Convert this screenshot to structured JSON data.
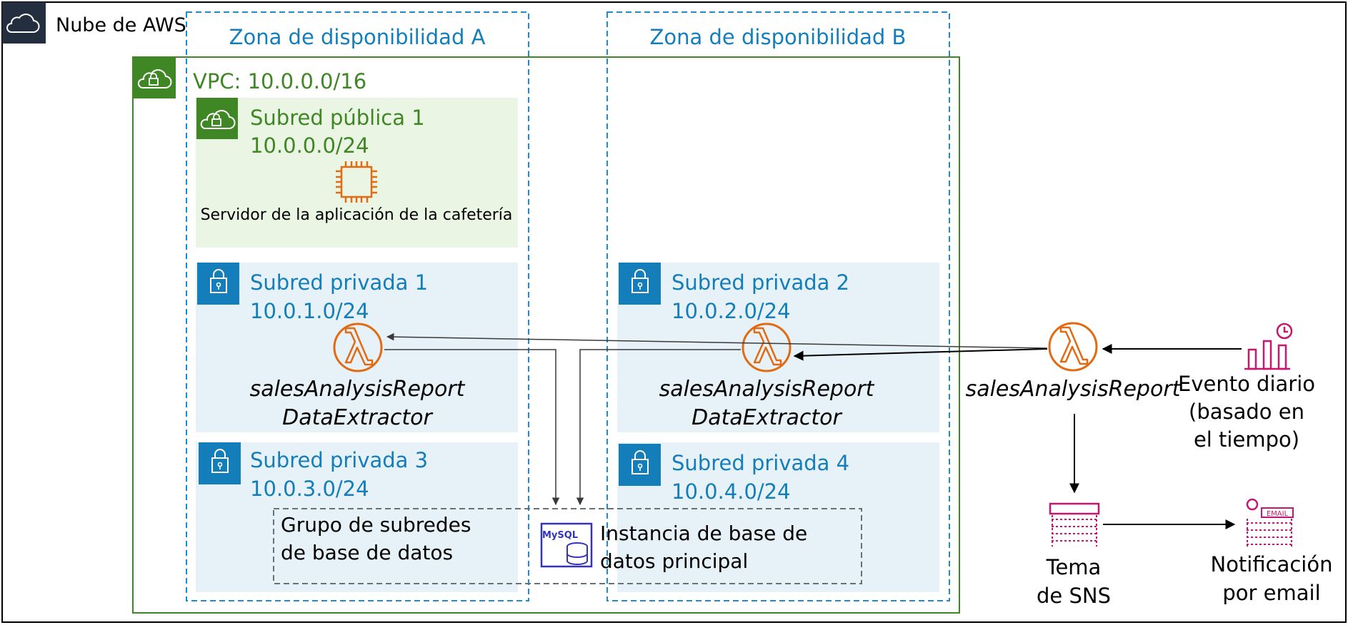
{
  "cloud": {
    "label": "Nube de AWS"
  },
  "zones": {
    "a": {
      "label": "Zona de disponibilidad A"
    },
    "b": {
      "label": "Zona de disponibilidad B"
    }
  },
  "vpc": {
    "label": "VPC: 10.0.0.0/16"
  },
  "subnets": {
    "public1": {
      "name": "Subred pública 1",
      "cidr": "10.0.0.0/24"
    },
    "private1": {
      "name": "Subred privada 1",
      "cidr": "10.0.1.0/24"
    },
    "private2": {
      "name": "Subred privada 2",
      "cidr": "10.0.2.0/24"
    },
    "private3": {
      "name": "Subred privada 3",
      "cidr": "10.0.3.0/24"
    },
    "private4": {
      "name": "Subred privada 4",
      "cidr": "10.0.4.0/24"
    }
  },
  "app_server": {
    "label": "Servidor de la aplicación de la cafetería",
    "icon": "ec2-instance-icon"
  },
  "extractor_a": {
    "line1": "salesAnalysisReport",
    "line2": "DataExtractor",
    "icon": "lambda-icon"
  },
  "extractor_b": {
    "line1": "salesAnalysisReport",
    "line2": "DataExtractor",
    "icon": "lambda-icon"
  },
  "report_lambda": {
    "label": "salesAnalysisReport",
    "icon": "lambda-icon"
  },
  "db_group": {
    "line1": "Grupo de subredes",
    "line2": "de base de datos"
  },
  "db_instance": {
    "line1": "Instancia de base de",
    "line2": "datos principal",
    "badge": "MySQL",
    "icon": "mysql-db-icon"
  },
  "event": {
    "line1": "Evento diario",
    "line2": "(basado en",
    "line3": "el tiempo)",
    "icon": "scheduled-event-icon"
  },
  "sns": {
    "line1": "Tema",
    "line2": "de SNS",
    "icon": "sns-topic-icon"
  },
  "email": {
    "line1": "Notificación",
    "line2": "por email",
    "badge": "EMAIL",
    "icon": "email-notification-icon"
  },
  "colors": {
    "green": "#3f8624",
    "blue": "#147eba",
    "blue_fill": "#e6f1f8",
    "green_fill": "#ebf5e4",
    "orange": "#e06b12",
    "pink": "#c7166f",
    "purple": "#3334b9",
    "dark": "#232f3e",
    "zone_border": "#1f8ccd",
    "dash_gray": "#687078"
  }
}
